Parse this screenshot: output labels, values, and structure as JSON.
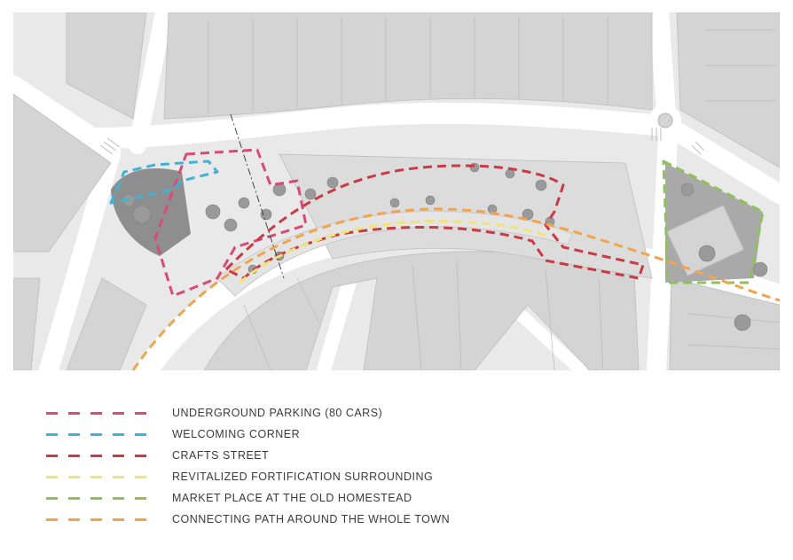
{
  "legend": {
    "items": [
      {
        "label": "UNDERGROUND PARKING (80 CARS)",
        "color": "#d64b7a"
      },
      {
        "label": "WELCOMING CORNER",
        "color": "#3fb3d6"
      },
      {
        "label": "CRAFTS STREET",
        "color": "#c93a45"
      },
      {
        "label": "REVITALIZED FORTIFICATION SURROUNDING",
        "color": "#efe37a"
      },
      {
        "label": "MARKET PLACE AT THE OLD HOMESTEAD",
        "color": "#8fc15a"
      },
      {
        "label": "CONNECTING PATH AROUND THE WHOLE TOWN",
        "color": "#f0a44e"
      }
    ]
  },
  "map": {
    "building_color": "#d4d4d4",
    "road_color": "#ffffff",
    "background_color": "#e9e9e9",
    "tree_color": "#9a9a9a"
  }
}
